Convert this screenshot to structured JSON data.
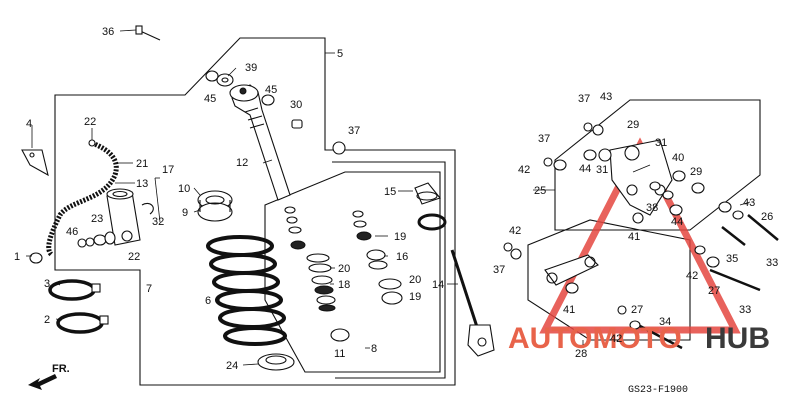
{
  "diagram": {
    "code": "GS23-F1900",
    "direction_label": "FR.",
    "watermark_a": "AUTOMOTO",
    "watermark_b": "HUB",
    "callouts": [
      {
        "id": "c36",
        "label": "36"
      },
      {
        "id": "c5",
        "label": "5"
      },
      {
        "id": "c39",
        "label": "39"
      },
      {
        "id": "c45a",
        "label": "45"
      },
      {
        "id": "c45b",
        "label": "45"
      },
      {
        "id": "c30",
        "label": "30"
      },
      {
        "id": "c37a",
        "label": "37"
      },
      {
        "id": "c4",
        "label": "4"
      },
      {
        "id": "c22a",
        "label": "22"
      },
      {
        "id": "c21",
        "label": "21"
      },
      {
        "id": "c17",
        "label": "17"
      },
      {
        "id": "c13",
        "label": "13"
      },
      {
        "id": "c12",
        "label": "12"
      },
      {
        "id": "c10",
        "label": "10"
      },
      {
        "id": "c9",
        "label": "9"
      },
      {
        "id": "c32",
        "label": "32"
      },
      {
        "id": "c23",
        "label": "23"
      },
      {
        "id": "c46",
        "label": "46"
      },
      {
        "id": "c22b",
        "label": "22"
      },
      {
        "id": "c1",
        "label": "1"
      },
      {
        "id": "c7",
        "label": "7"
      },
      {
        "id": "c3",
        "label": "3"
      },
      {
        "id": "c2",
        "label": "2"
      },
      {
        "id": "c6",
        "label": "6"
      },
      {
        "id": "c24",
        "label": "24"
      },
      {
        "id": "c15",
        "label": "15"
      },
      {
        "id": "c19a",
        "label": "19"
      },
      {
        "id": "c20a",
        "label": "20"
      },
      {
        "id": "c18",
        "label": "18"
      },
      {
        "id": "c16",
        "label": "16"
      },
      {
        "id": "c20b",
        "label": "20"
      },
      {
        "id": "c19b",
        "label": "19"
      },
      {
        "id": "c14",
        "label": "14"
      },
      {
        "id": "c11",
        "label": "11"
      },
      {
        "id": "c8",
        "label": "8"
      },
      {
        "id": "c37b",
        "label": "37"
      },
      {
        "id": "c43a",
        "label": "43"
      },
      {
        "id": "c37c",
        "label": "37"
      },
      {
        "id": "c42a",
        "label": "42"
      },
      {
        "id": "c44a",
        "label": "44"
      },
      {
        "id": "c29a",
        "label": "29"
      },
      {
        "id": "c31a",
        "label": "31"
      },
      {
        "id": "c31b",
        "label": "31"
      },
      {
        "id": "c40",
        "label": "40"
      },
      {
        "id": "c29b",
        "label": "29"
      },
      {
        "id": "c25",
        "label": "25"
      },
      {
        "id": "c38",
        "label": "38"
      },
      {
        "id": "c44b",
        "label": "44"
      },
      {
        "id": "c41a",
        "label": "41"
      },
      {
        "id": "c43b",
        "label": "43"
      },
      {
        "id": "c26",
        "label": "26"
      },
      {
        "id": "c42b",
        "label": "42"
      },
      {
        "id": "c37d",
        "label": "37"
      },
      {
        "id": "c35",
        "label": "35"
      },
      {
        "id": "c33a",
        "label": "33"
      },
      {
        "id": "c42c",
        "label": "42"
      },
      {
        "id": "c27a",
        "label": "27"
      },
      {
        "id": "c41b",
        "label": "41"
      },
      {
        "id": "c33b",
        "label": "33"
      },
      {
        "id": "c27b",
        "label": "27"
      },
      {
        "id": "c34",
        "label": "34"
      },
      {
        "id": "c42d",
        "label": "42"
      },
      {
        "id": "c28",
        "label": "28"
      }
    ]
  }
}
